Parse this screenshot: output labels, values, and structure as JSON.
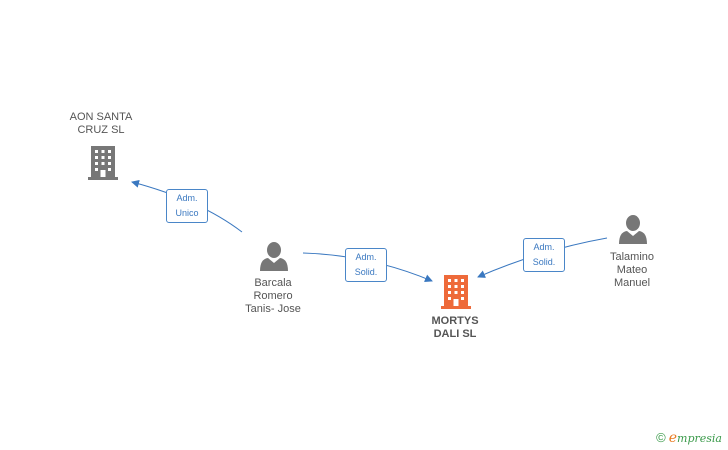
{
  "nodes": {
    "aon": {
      "label_line1": "AON SANTA",
      "label_line2": "CRUZ  SL",
      "type": "company"
    },
    "barcala": {
      "label_line1": "Barcala",
      "label_line2": "Romero",
      "label_line3": "Tanis- Jose",
      "type": "person"
    },
    "mortys": {
      "label_line1": "MORTYS",
      "label_line2": "DALI  SL",
      "type": "company-main"
    },
    "talamino": {
      "label_line1": "Talamino",
      "label_line2": "Mateo",
      "label_line3": "Manuel",
      "type": "person"
    }
  },
  "edges": {
    "barcala_aon": {
      "line1": "Adm.",
      "line2": "Unico"
    },
    "barcala_mortys": {
      "line1": "Adm.",
      "line2": "Solid."
    },
    "talamino_mortys": {
      "line1": "Adm.",
      "line2": "Solid."
    }
  },
  "brand": {
    "copyright": "©",
    "initial": "e",
    "rest": "mpresia"
  },
  "colors": {
    "edge": "#3a78c0",
    "company": "#777777",
    "main_company": "#ee6a3a",
    "person": "#777777"
  }
}
